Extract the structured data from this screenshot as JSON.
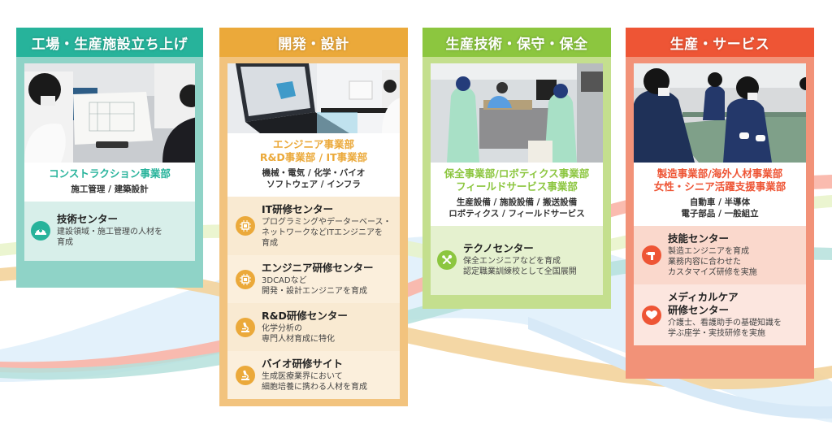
{
  "columns": [
    {
      "id": "factory-setup",
      "title": "工場・生産施設立ち上げ",
      "color": "#27b39b",
      "photo_alt": "construction-drawing-photo",
      "department": [
        "コンストラクション事業部"
      ],
      "fields": [
        "施工管理 / 建築設計"
      ],
      "centers": [
        {
          "name": "技術センター",
          "icon": "helmet-icon",
          "description": [
            "建設領域・施工管理の人材を",
            "育成"
          ]
        }
      ]
    },
    {
      "id": "development-design",
      "title": "開発・設計",
      "color": "#eba93a",
      "photo_alt": "cad-laptop-lab-photo",
      "department": [
        "エンジニア事業部",
        "R&D事業部 / IT事業部"
      ],
      "fields": [
        "機械・電気 / 化学・バイオ",
        "ソフトウェア / インフラ"
      ],
      "centers": [
        {
          "name": "IT研修センター",
          "icon": "chip-icon",
          "description": [
            "プログラミングやデーターベース・",
            "ネットワークなどITエンジニアを",
            "育成"
          ]
        },
        {
          "name": "エンジニア研修センター",
          "icon": "chip-icon",
          "description": [
            "3DCADなど",
            "開発・設計エンジニアを育成"
          ]
        },
        {
          "name": "R&D研修センター",
          "icon": "microscope-icon",
          "description": [
            "化学分析の",
            "専門人材育成に特化"
          ]
        },
        {
          "name": "バイオ研修サイト",
          "icon": "microscope-icon",
          "description": [
            "生成医療業界において",
            "細胞培養に携わる人材を育成"
          ]
        }
      ]
    },
    {
      "id": "production-tech-maintenance",
      "title": "生産技術・保守・保全",
      "color": "#8cc63f",
      "photo_alt": "cleanroom-maintenance-photo",
      "department": [
        "保全事業部/ロボティクス事業部",
        "フィールドサービス事業部"
      ],
      "fields": [
        "生産設備 / 施設設備 / 搬送設備",
        "ロボティクス / フィールドサービス"
      ],
      "centers": [
        {
          "name": "テクノセンター",
          "icon": "tools-icon",
          "description": [
            "保全エンジニアなどを育成",
            "認定職業訓練校として全国展開"
          ]
        }
      ]
    },
    {
      "id": "production-service",
      "title": "生産・サービス",
      "color": "#ee5535",
      "photo_alt": "assembly-workers-photo",
      "department": [
        "製造事業部/海外人材事業部",
        "女性・シニア活躍支援事業部"
      ],
      "fields": [
        "自動車 / 半導体",
        "電子部品 / 一般組立"
      ],
      "centers": [
        {
          "name": "技能センター",
          "icon": "drill-icon",
          "description": [
            "製造エンジニアを育成",
            "業務内容に合わせた",
            "カスタマイズ研修を実施"
          ]
        },
        {
          "name": "メディカルケア研修センター",
          "name_lines": [
            "メディカルケア",
            "研修センター"
          ],
          "icon": "heart-icon",
          "description": [
            "介護士、看護助手の基礎知識を",
            "学ぶ座学・実技研修を実施"
          ]
        }
      ]
    }
  ]
}
